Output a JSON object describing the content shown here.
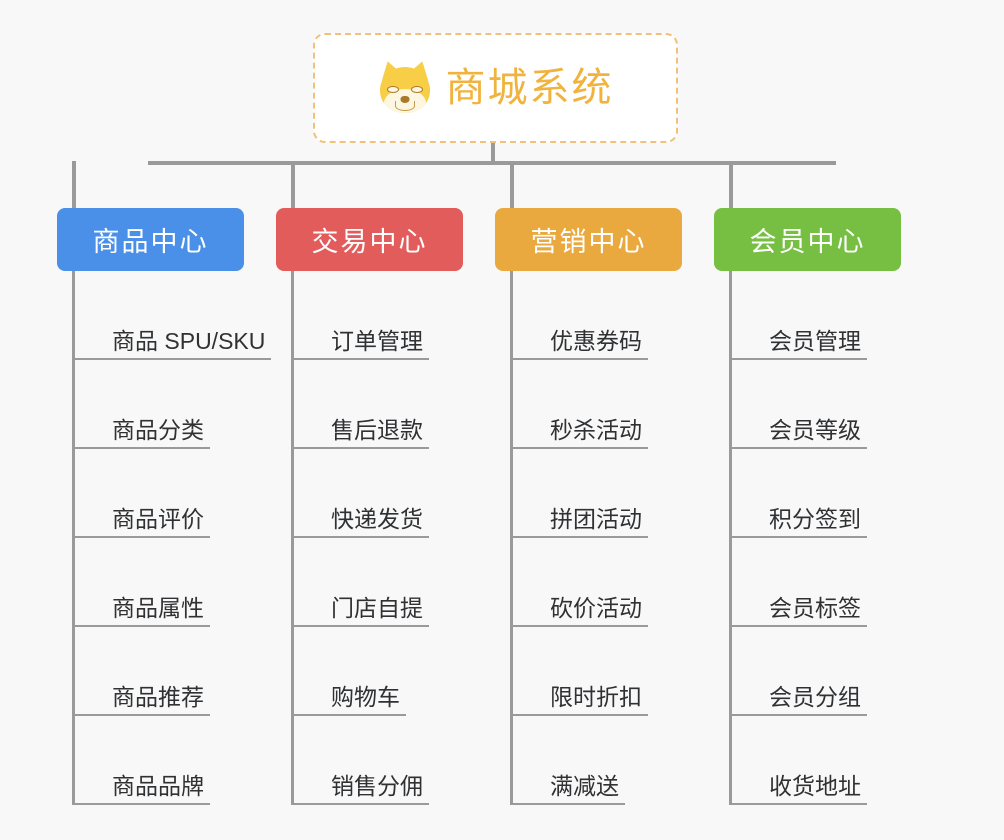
{
  "canvas": {
    "background": "#f8f8f8",
    "connector_color": "#9a9a9a"
  },
  "root": {
    "title": "商城系统",
    "icon": "shiba-dog-icon",
    "text_color": "#f0b33e",
    "border_color": "#f2c078",
    "background": "#ffffff"
  },
  "branches": [
    {
      "title": "商品中心",
      "color": "#4a90e8",
      "items": [
        "商品 SPU/SKU",
        "商品分类",
        "商品评价",
        "商品属性",
        "商品推荐",
        "商品品牌"
      ]
    },
    {
      "title": "交易中心",
      "color": "#e35c5c",
      "items": [
        "订单管理",
        "售后退款",
        "快递发货",
        "门店自提",
        "购物车",
        "销售分佣"
      ]
    },
    {
      "title": "营销中心",
      "color": "#eaa93f",
      "items": [
        "优惠券码",
        "秒杀活动",
        "拼团活动",
        "砍价活动",
        "限时折扣",
        "满减送"
      ]
    },
    {
      "title": "会员中心",
      "color": "#76bf43",
      "items": [
        "会员管理",
        "会员等级",
        "积分签到",
        "会员标签",
        "会员分组",
        "收货地址"
      ]
    }
  ]
}
